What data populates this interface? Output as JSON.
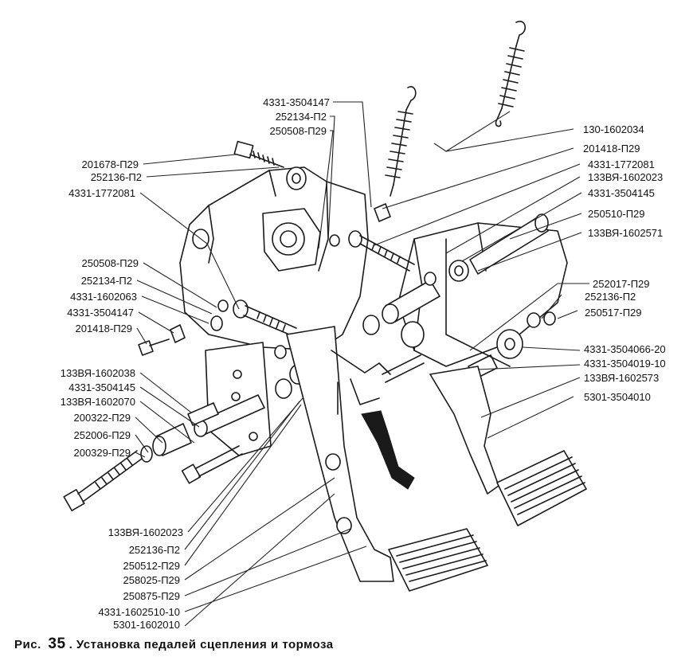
{
  "caption": {
    "prefix": "Рис.",
    "number": "35",
    "title": ". Установка педалей сцепления и тормоза"
  },
  "callouts": {
    "right": [
      "130-1602034",
      "201418-П29",
      "4331-1772081",
      "133ВЯ-1602023",
      "4331-3504145",
      "250510-П29",
      "133ВЯ-1602571",
      "252017-П29",
      "252136-П2",
      "250517-П29",
      "4331-3504066-20",
      "4331-3504019-10",
      "133ВЯ-1602573",
      "5301-3504010"
    ],
    "top_center": [
      "4331-3504147",
      "252134-П2",
      "250508-П29"
    ],
    "upper_left": [
      "201678-П29",
      "252136-П2",
      "4331-1772081"
    ],
    "mid_left": [
      "250508-П29",
      "252134-П2",
      "4331-1602063",
      "4331-3504147",
      "201418-П29"
    ],
    "lower_left": [
      "133ВЯ-1602038",
      "4331-3504145",
      "133ВЯ-1602070",
      "200322-П29",
      "252006-П29",
      "200329-П29"
    ],
    "bottom_left": [
      "133ВЯ-1602023",
      "252136-П2",
      "250512-П29",
      "258025-П29",
      "250875-П29",
      "4331-1602510-10",
      "5301-1602010"
    ]
  }
}
